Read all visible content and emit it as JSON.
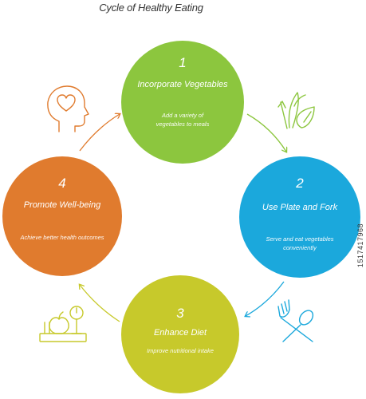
{
  "title": "Cycle of Healthy Eating",
  "colors": {
    "step1": "#8cc63e",
    "step2": "#1ba8dc",
    "step3": "#c7c92b",
    "step4": "#e07b2e",
    "arrow_green": "#8cc63e",
    "arrow_blue": "#1ba8dc",
    "arrow_yellow": "#c7c92b",
    "arrow_orange": "#e07b2e"
  },
  "steps": [
    {
      "number": "1",
      "heading": "Incorporate Vegetables",
      "description": "Add a variety of vegetables to meals",
      "icon": "vegetables-icon"
    },
    {
      "number": "2",
      "heading": "Use Plate and Fork",
      "description": "Serve and eat vegetables conveniently",
      "icon": "fork-spoon-icon"
    },
    {
      "number": "3",
      "heading": "Enhance Diet",
      "description": "Improve nutritional intake",
      "icon": "scale-apple-icon"
    },
    {
      "number": "4",
      "heading": "Promote Well-being",
      "description": "Achieve better health outcomes",
      "icon": "head-heart-icon"
    }
  ],
  "stock_id": "1517417968"
}
